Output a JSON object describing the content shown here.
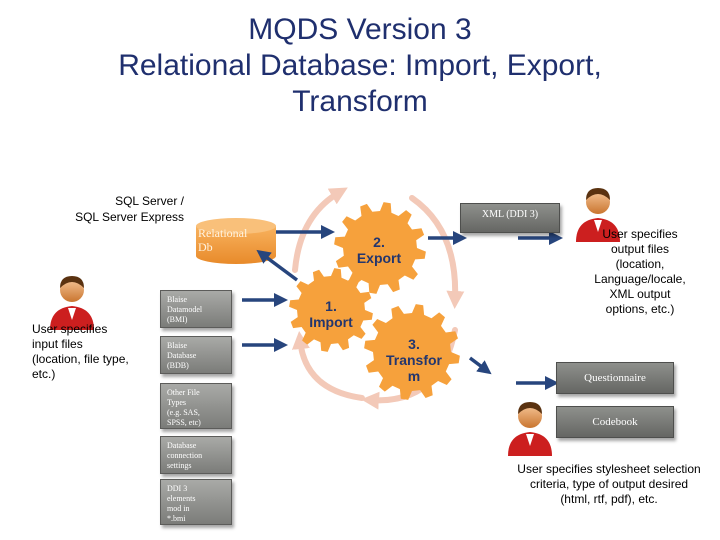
{
  "title": {
    "line1": "MQDS Version 3",
    "line2": "Relational Database: Import, Export,",
    "line3": "Transform"
  },
  "sql_server_label": {
    "line1": "SQL Server /",
    "line2": "SQL Server Express"
  },
  "relational_db": {
    "line1": "Relational",
    "line2": "Db"
  },
  "input_files": [
    {
      "line1": "Blaise",
      "line2": "Datamodel",
      "line3": "(BMI)"
    },
    {
      "line1": "Blaise",
      "line2": "Database",
      "line3": "(BDB)"
    },
    {
      "line1": "Other File",
      "line2": "Types",
      "line3": "(e.g. SAS,",
      "line4": "SPSS, etc)"
    },
    {
      "line1": "Database",
      "line2": "connection",
      "line3": "settings"
    },
    {
      "line1": "DDI 3",
      "line2": "elements",
      "line3": "mod in",
      "line4": "*.bmi"
    }
  ],
  "user_left_text": {
    "line1": "User specifies",
    "line2": "input files",
    "line3": "(location, file type,",
    "line4": "etc.)"
  },
  "gears": {
    "import": {
      "line1": "1.",
      "line2": "Import"
    },
    "export": {
      "line1": "2.",
      "line2": "Export"
    },
    "transform": {
      "line1": "3.",
      "line2": "Transfor",
      "line3": "m"
    }
  },
  "outputs": {
    "xml": "XML (DDI 3)",
    "questionnaire": "Questionnaire",
    "codebook": "Codebook"
  },
  "user_right_text": {
    "line1": "User specifies",
    "line2": "output files",
    "line3": "(location,",
    "line4": "Language/locale,",
    "line5": "XML output",
    "line6": "options, etc.)"
  },
  "user_bottom_text": {
    "line1": "User specifies stylesheet  selection",
    "line2": "criteria, type of output desired",
    "line3": "(html, rtf, pdf), etc."
  },
  "colors": {
    "title": "#1f2f6e",
    "gear_orange": "#f6a13c",
    "db_orange": "#f5a04a",
    "arrow_blue": "#27457d",
    "cycle_arrow": "#f3c9b8",
    "user_red": "#cc1f1f"
  }
}
